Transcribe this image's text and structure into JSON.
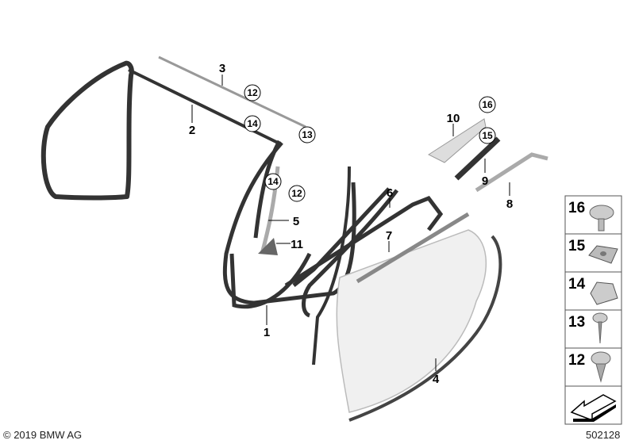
{
  "callouts": [
    {
      "label": "1"
    },
    {
      "label": "2"
    },
    {
      "label": "3"
    },
    {
      "label": "4"
    },
    {
      "label": "5"
    },
    {
      "label": "6"
    },
    {
      "label": "7"
    },
    {
      "label": "8"
    },
    {
      "label": "9"
    },
    {
      "label": "10"
    },
    {
      "label": "11"
    }
  ],
  "circled_callouts": [
    {
      "label": "12"
    },
    {
      "label": "14"
    },
    {
      "label": "13"
    },
    {
      "label": "14"
    },
    {
      "label": "12"
    },
    {
      "label": "16"
    },
    {
      "label": "15"
    }
  ],
  "legend": [
    {
      "label": "16",
      "icon": "screw-large-head-icon"
    },
    {
      "label": "15",
      "icon": "clip-nut-icon"
    },
    {
      "label": "14",
      "icon": "clip-icon"
    },
    {
      "label": "13",
      "icon": "screw-long-icon"
    },
    {
      "label": "12",
      "icon": "self-tapping-screw-icon"
    },
    {
      "label": "",
      "icon": "arrow-left-icon"
    }
  ],
  "footer": {
    "copyright": "© 2019 BMW AG",
    "diagram_number": "502128"
  }
}
